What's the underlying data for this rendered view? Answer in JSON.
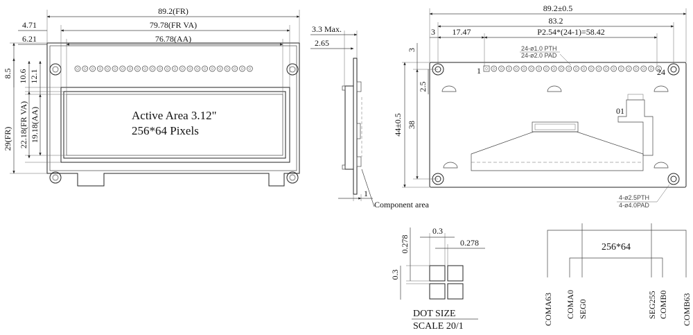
{
  "front_view": {
    "dims": {
      "fr_width": "89.2(FR)",
      "va_width": "79.78(FR VA)",
      "aa_width": "76.78(AA)",
      "left_va": "4.71",
      "left_aa": "6.21",
      "top_a": "8.5",
      "top_b": "10.6",
      "top_c": "12.1",
      "fr_height": "29(FR)",
      "va_height": "22.18(FR VA)",
      "aa_height": "19.18(AA)"
    },
    "active_area_line1": "Active Area 3.12\"",
    "active_area_line2": "256*64 Pixels"
  },
  "side_view": {
    "max_thickness": "3.3 Max.",
    "panel_thickness": "2.65",
    "component_offset": "1",
    "component_label": "Component area"
  },
  "back_view": {
    "width_total": "89.2±0.5",
    "hole_span": "83.2",
    "left_offset": "3",
    "pin1_offset": "17.47",
    "pin_pitch": "P2.54*(24-1)=58.42",
    "top_offset": "3",
    "hole_drop": "2.5",
    "height_total": "44±0.5",
    "hole_height": "38",
    "pin_spec_1": "24-ø1.0 PTH",
    "pin_spec_2": "24-ø2.0 PAD",
    "pin_first": "1",
    "pin_last": "24",
    "fpc_label": "01",
    "mount_spec_1": "4-ø2.5PTH",
    "mount_spec_2": "4-ø4.0PAD"
  },
  "dot_size": {
    "dot": "0.3",
    "gap": "0.278",
    "height": "0.3",
    "gap_left": "0.278",
    "title": "DOT SIZE",
    "scale": "SCALE 20/1"
  },
  "driver_map": {
    "resolution": "256*64",
    "labels": [
      "COMA63",
      "COMA0",
      "SEG0",
      "SEG255",
      "COMB0",
      "COMB63"
    ]
  },
  "colors": {
    "line": "#222222",
    "text": "#111111",
    "paper": "#ffffff"
  }
}
